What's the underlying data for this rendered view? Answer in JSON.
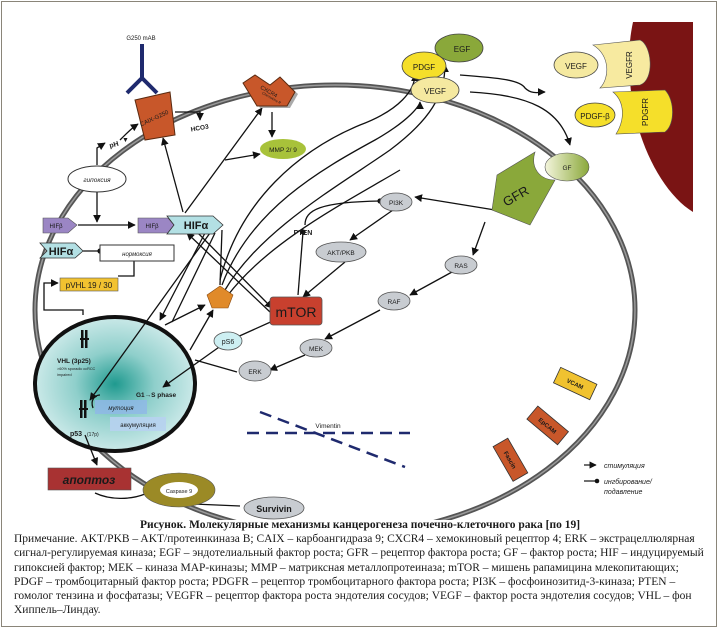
{
  "figure": {
    "title": "Рисунок. Молекулярные механизмы канцерогенеза почечно-клеточного рака [по 19]",
    "note": "Примечание. AKT/PKB – AKT/протеинкиназа B; CAIX – карбоангидраза 9; CXCR4 – хемокиновый рецептор 4; ERK – экстрацеллюлярная сигнал-регулируемая киназа; EGF – эндотелиальный фактор роста; GFR – рецептор фактора роста; GF – фактор роста; HIF – индуцируемый гипоксией фактор; MEK – киназа MAP-киназы; MMP – матриксная металлопротеиназа; mTOR – мишень рапамицина млекопитающих; PDGF – тромбоцитарный фактор роста; PDGFR – рецептор тромбоцитарного фактора роста; PI3K – фосфоинозитид-3-киназа; PTEN – гомолог тензина и фосфатазы; VEGFR – рецептор фактора роста эндотелия сосудов; VEGF – фактор роста эндотелия сосудов; VHL – фон Хиппель–Линдау."
  },
  "nodes": {
    "g250": "G250 mAB",
    "caix": "CAIX-G250",
    "cxcr4": "CXCR4",
    "cxcr4_sub": "Chemokine R",
    "hco3": "HCO3",
    "ph": "pH",
    "mmp": "MMP 2/ 9",
    "hypoxia": "гипоксия",
    "hifb1": "HIFβ",
    "hifb2": "HIFβ",
    "hifa_complex": "HIFα",
    "hifa": "HIFα",
    "normoxia": "нормоксия",
    "pvhl": "pVHL 19 / 30",
    "pten": "PTEN",
    "pi3k": "PI3K",
    "akt": "AKT/PKB",
    "mtor": "mTOR",
    "ras": "RAS",
    "raf": "RAF",
    "mek": "MEK",
    "erk": "ERK",
    "ps6": "pS6",
    "gfr": "GFR",
    "gf": "GF",
    "egf": "EGF",
    "pdgf": "PDGF",
    "vegf_top": "VEGF",
    "vegf_right": "VEGF",
    "vegfr": "VEGFR",
    "pdgfb": "PDGF-β",
    "pdgfr": "PDGFR",
    "vhl": "VHL (3p25)",
    "vhl_sub1": ">60% sporadic ccRCC",
    "vhl_sub2": "impaired",
    "p53": "p53",
    "p53_sub": "(17p)",
    "g1s": "G1→S phase",
    "mutation": "мутоция",
    "accumulation": "аккумуляция",
    "apoptosis": "апоптоз",
    "caspase": "Caspase 9",
    "survivin": "Survivin",
    "vimentin": "Vimentin",
    "vcam": "VCAM",
    "epcam": "EpCAM",
    "fascin": "Fascin"
  },
  "legend": {
    "stimulation": "стимуляция",
    "inhibition_1": "ингбирование/",
    "inhibition_2": "подавление"
  },
  "colors": {
    "orange_receptor": "#c8572a",
    "mtor_red": "#c8402e",
    "apoptosis_red": "#a83232",
    "vessel": "#7a1414",
    "hif_purple": "#9b86c4",
    "hif_cyan": "#b3e0e4",
    "pvhl_yellow": "#f2c230",
    "kinase_gray": "#c8ccd1",
    "gfr_green": "#8aa83a",
    "egf_green": "#8aa83a",
    "pdgf_yellow": "#f5df2a",
    "vegf_pale": "#f5e9a0",
    "mmp_green": "#a8c23a",
    "caspase_olive": "#9b8a26",
    "vimentin_navy": "#1f2a6e",
    "vcam_yellow": "#f0c230",
    "nucleus_teal": "#bfe2e2"
  }
}
